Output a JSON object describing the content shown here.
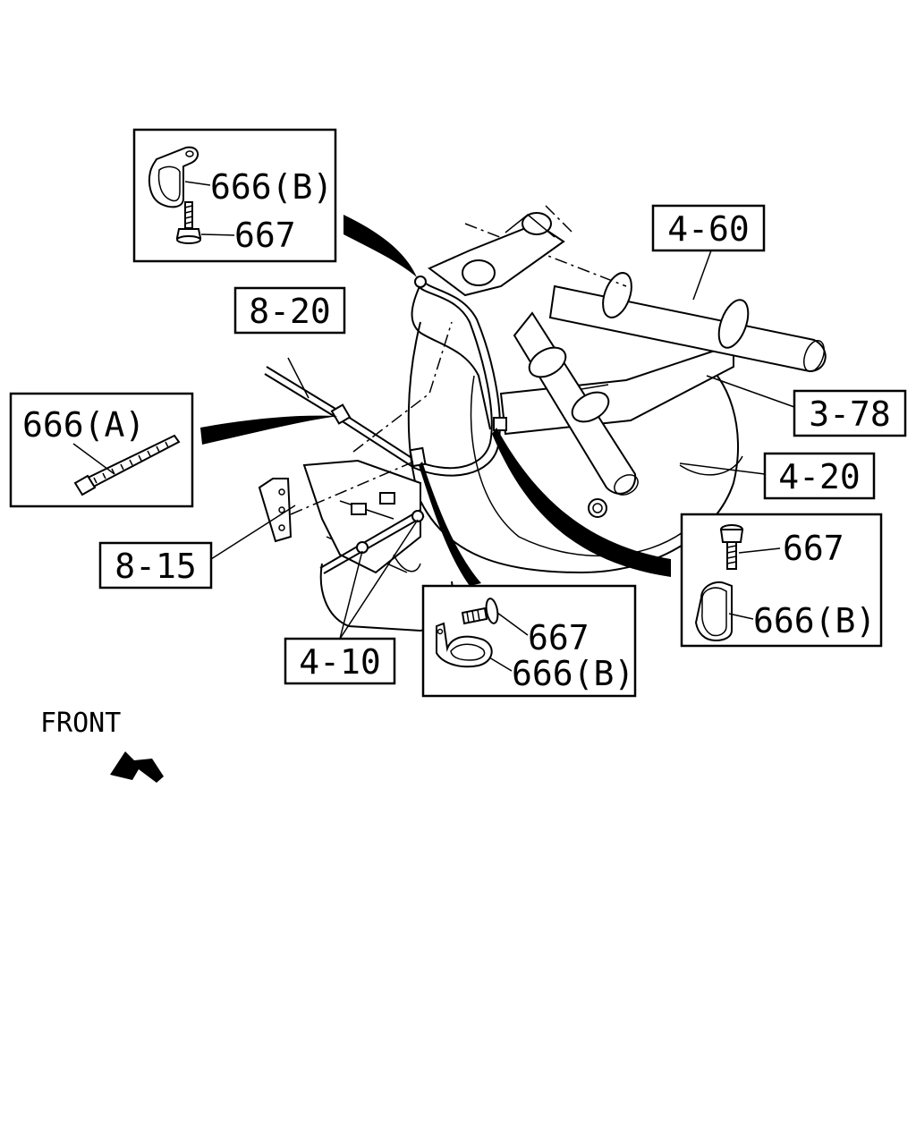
{
  "callouts": {
    "c_4_60": "4-60",
    "c_8_20": "8-20",
    "c_3_78": "3-78",
    "c_4_20": "4-20",
    "c_8_15": "8-15",
    "c_4_10": "4-10"
  },
  "insets": {
    "top_left": {
      "clamp": "666(B)",
      "bolt": "667"
    },
    "left": {
      "tie": "666(A)"
    },
    "bottom_center": {
      "bolt": "667",
      "clamp": "666(B)"
    },
    "right": {
      "bolt": "667",
      "clamp": "666(B)"
    }
  },
  "front_label": "FRONT"
}
